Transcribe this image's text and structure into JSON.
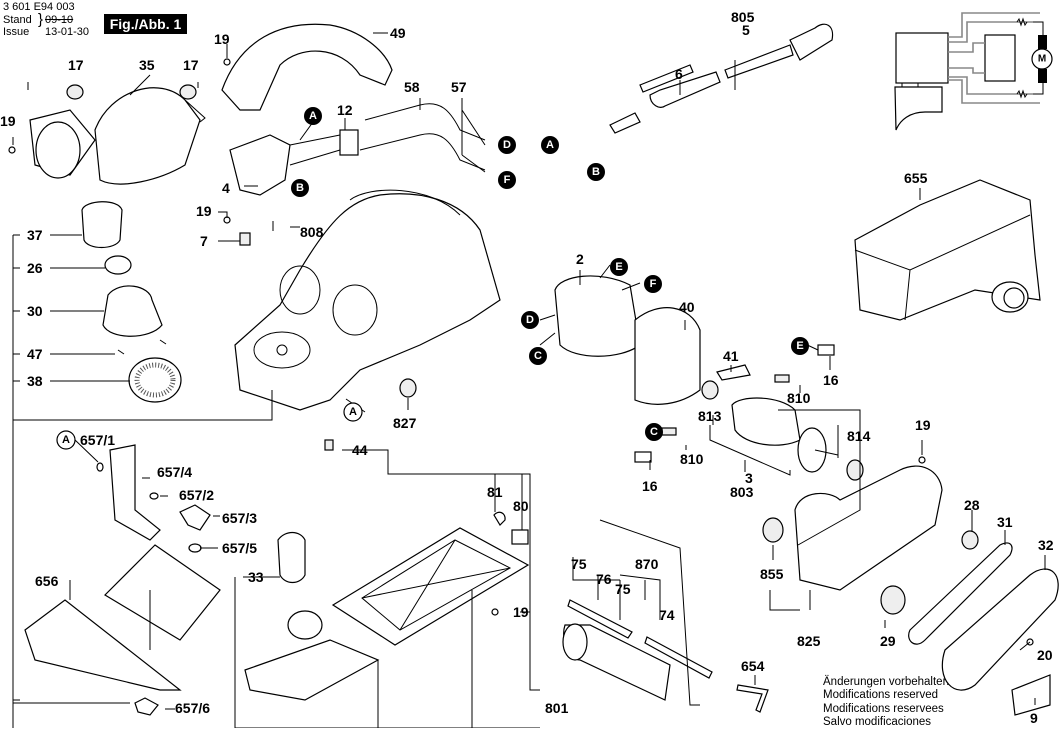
{
  "header": {
    "doc_number": "3 601 E94 003",
    "stand_label": "Stand",
    "issue_label": "Issue",
    "stand_old": "09-10",
    "issue_date": "13-01-30",
    "figure_title": "Fig./Abb. 1"
  },
  "notes": [
    "Änderungen vorbehalten",
    "Modifications reserved",
    "Modifications reservees",
    "Salvo modificaciones"
  ],
  "wiring": {
    "motor_symbol": "M"
  },
  "markers": {
    "A": "A",
    "B": "B",
    "C": "C",
    "D": "D",
    "E": "E",
    "F": "F"
  },
  "parts": {
    "p2": "2",
    "p3": "3",
    "p4": "4",
    "p5": "5",
    "p6": "6",
    "p7": "7",
    "p9": "9",
    "p12": "12",
    "p16a": "16",
    "p16b": "16",
    "p17a": "17",
    "p17b": "17",
    "p19a": "19",
    "p19b": "19",
    "p19c": "19",
    "p19d": "19",
    "p19e": "19",
    "p20": "20",
    "p26": "26",
    "p28": "28",
    "p29": "29",
    "p30": "30",
    "p31": "31",
    "p32": "32",
    "p33": "33",
    "p35": "35",
    "p37": "37",
    "p38": "38",
    "p40": "40",
    "p41": "41",
    "p44": "44",
    "p47": "47",
    "p49": "49",
    "p57": "57",
    "p58": "58",
    "p74": "74",
    "p75a": "75",
    "p75b": "75",
    "p76": "76",
    "p80": "80",
    "p81": "81",
    "p654": "654",
    "p655": "655",
    "p656": "656",
    "p657_1": "657/1",
    "p657_2": "657/2",
    "p657_3": "657/3",
    "p657_4": "657/4",
    "p657_5": "657/5",
    "p657_6": "657/6",
    "p801": "801",
    "p803": "803",
    "p805": "805",
    "p808": "808",
    "p810a": "810",
    "p810b": "810",
    "p813": "813",
    "p814": "814",
    "p825": "825",
    "p827": "827",
    "p855": "855",
    "p870": "870"
  }
}
